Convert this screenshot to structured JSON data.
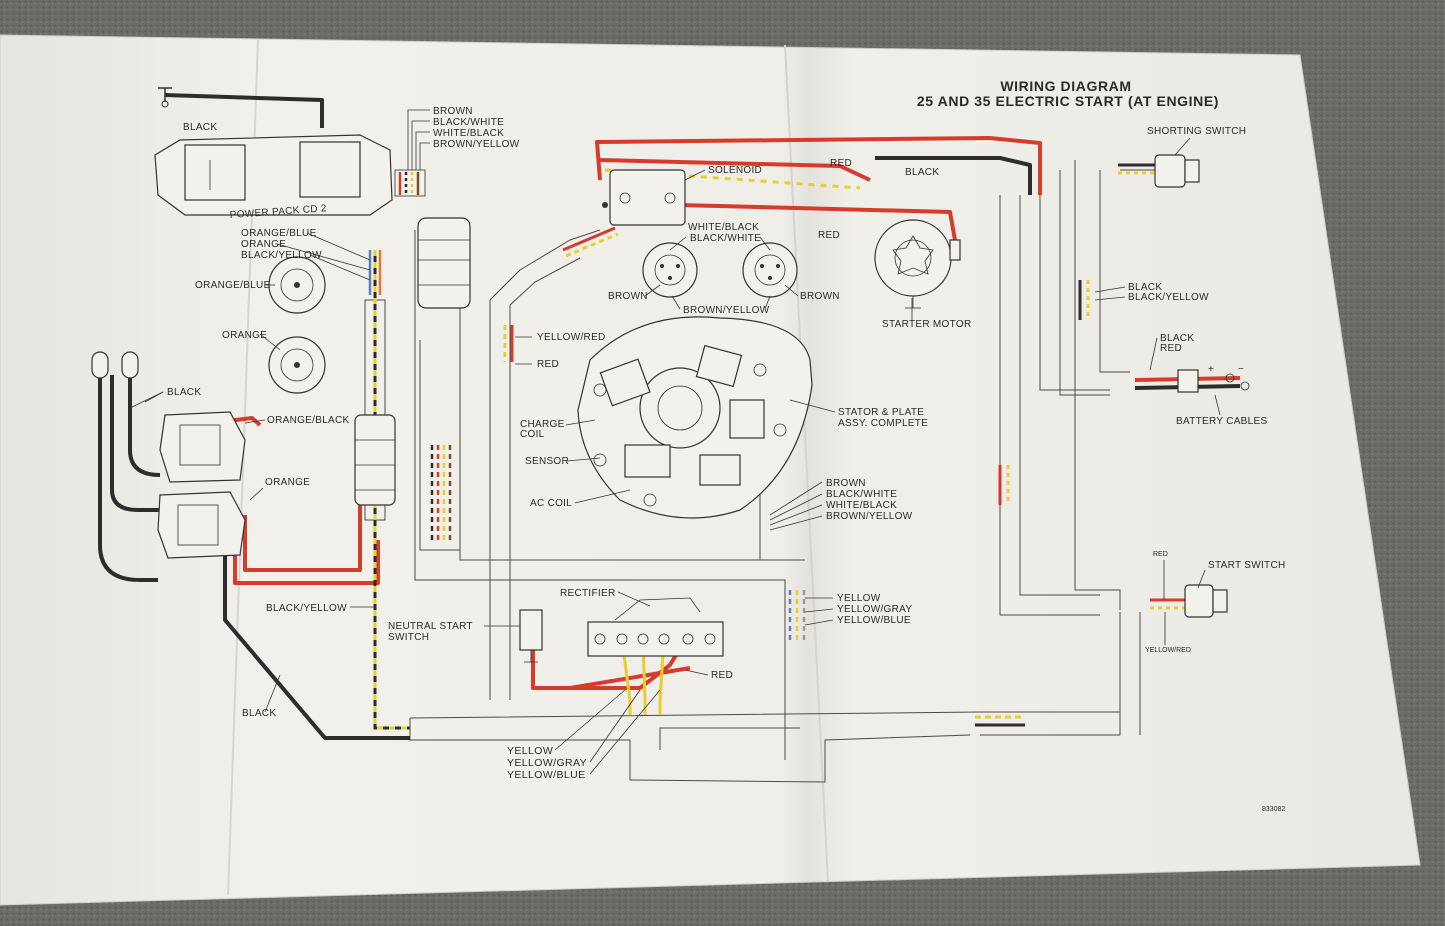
{
  "title": {
    "line1": "WIRING DIAGRAM",
    "line2": "25 AND 35 ELECTRIC START (AT ENGINE)"
  },
  "part_number": "833082",
  "colors": {
    "paper": "#efede8",
    "red_wire": "#d63b2b",
    "black_wire": "#2d2d2d",
    "yellow_wire": "#e9cf2e",
    "blue_wire": "#5b7fc2",
    "orange_wire": "#e07a2e"
  },
  "labels": {
    "black_top": "BLACK",
    "power_pack": "POWER PACK CD 2",
    "pp_wire1": "ORANGE/BLUE",
    "pp_wire2": "ORANGE",
    "pp_wire3": "BLACK/YELLOW",
    "coil_orange_blue": "ORANGE/BLUE",
    "coil_orange": "ORANGE",
    "harness_brown": "BROWN",
    "harness_black_white": "BLACK/WHITE",
    "harness_white_black": "WHITE/BLACK",
    "harness_brown_yellow": "BROWN/YELLOW",
    "solenoid": "SOLENOID",
    "red_sol_top": "RED",
    "black_sol": "BLACK",
    "red_sol_bottom": "RED",
    "sw_white_black": "WHITE/BLACK",
    "sw_black_white": "BLACK/WHITE",
    "sw_brown_left": "BROWN",
    "sw_brown_right": "BROWN",
    "sw_brown_yellow": "BROWN/YELLOW",
    "starter_motor": "STARTER MOTOR",
    "shorting_switch": "SHORTING SWITCH",
    "ss_black": "BLACK",
    "ss_black_yellow": "BLACK/YELLOW",
    "batt_black": "BLACK",
    "batt_red": "RED",
    "battery_cables": "BATTERY CABLES",
    "batt_plus": "+",
    "batt_minus": "−",
    "yellow_red": "YELLOW/RED",
    "red_mid": "RED",
    "charge_coil_1": "CHARGE",
    "charge_coil_2": "COIL",
    "sensor": "SENSOR",
    "ac_coil": "AC COIL",
    "stator_1": "STATOR & PLATE",
    "stator_2": "ASSY. COMPLETE",
    "st_brown": "BROWN",
    "st_black_white": "BLACK/WHITE",
    "st_white_black": "WHITE/BLACK",
    "st_brown_yellow": "BROWN/YELLOW",
    "black_spark": "BLACK",
    "orange_black": "ORANGE/BLACK",
    "orange_mid": "ORANGE",
    "black_yellow_mid": "BLACK/YELLOW",
    "black_bottom": "BLACK",
    "rectifier": "RECTIFIER",
    "neutral_start_1": "NEUTRAL START",
    "neutral_start_2": "SWITCH",
    "rect_red": "RED",
    "yellow_r": "YELLOW",
    "yellow_gray_r": "YELLOW/GRAY",
    "yellow_blue_r": "YELLOW/BLUE",
    "yellow_b": "YELLOW",
    "yellow_gray_b": "YELLOW/GRAY",
    "yellow_blue_b": "YELLOW/BLUE",
    "start_switch": "START SWITCH",
    "start_red": "RED",
    "start_yellow_red": "YELLOW/RED"
  }
}
